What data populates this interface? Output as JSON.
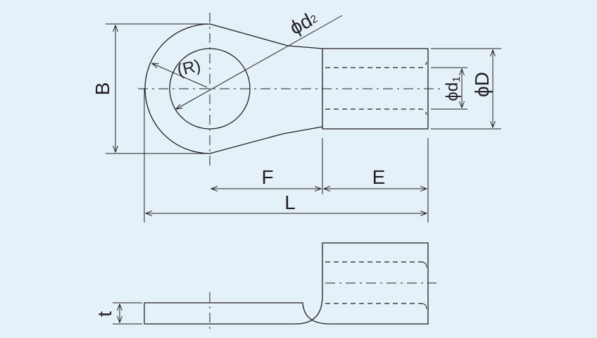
{
  "colors": {
    "background": "#e5f1f9",
    "line": "#231f20"
  },
  "labels": {
    "B": "B",
    "R": "(R)",
    "d2": "ϕd",
    "d2_sub": "2",
    "d1": "ϕd",
    "d1_sub": "1",
    "D": "ϕD",
    "F": "F",
    "E": "E",
    "L": "L",
    "t": "t"
  }
}
